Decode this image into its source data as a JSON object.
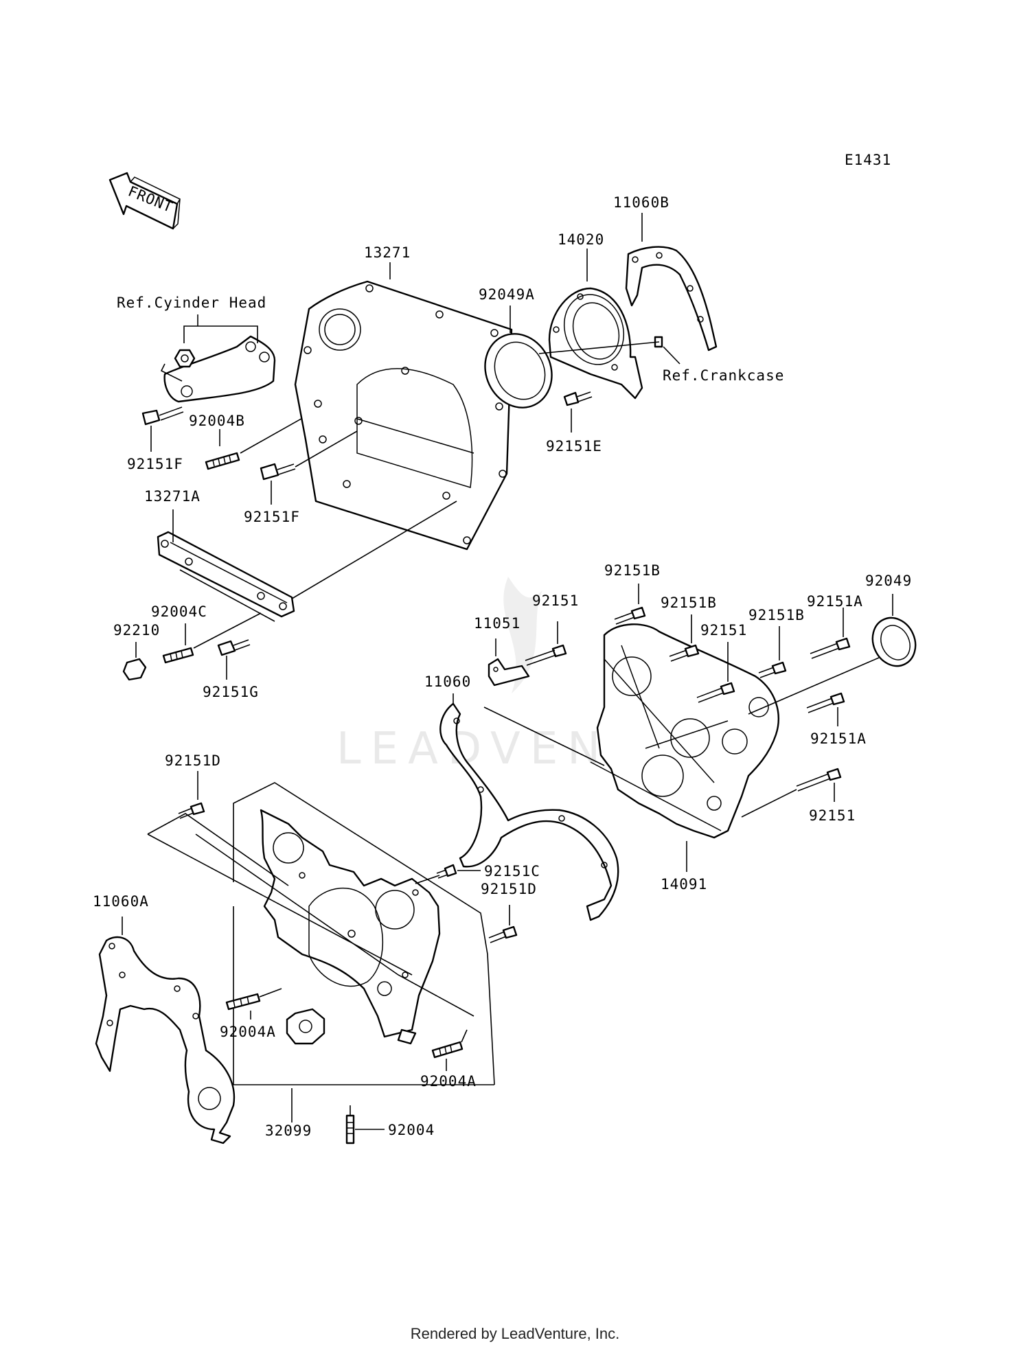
{
  "diagram_code": "E1431",
  "front_label": "FRONT",
  "watermark": "LEADVENTURE",
  "references": {
    "cylinder_head": "Ref.Cyinder Head",
    "crankcase": "Ref.Crankcase"
  },
  "part_labels": {
    "p11060B": "11060B",
    "p14020": "14020",
    "p13271": "13271",
    "p92049A": "92049A",
    "p92004B": "92004B",
    "p92151E": "92151E",
    "p92151F_a": "92151F",
    "p92151F_b": "92151F",
    "p13271A": "13271A",
    "p92151B_a": "92151B",
    "p92049": "92049",
    "p92151_a": "92151",
    "p92151B_b": "92151B",
    "p92151B_c": "92151B",
    "p92151A_a": "92151A",
    "p92004C": "92004C",
    "p11051": "11051",
    "p92151_b": "92151",
    "p92210": "92210",
    "p92151G": "92151G",
    "p11060": "11060",
    "p92151A_b": "92151A",
    "p92151D_a": "92151D",
    "p92151_c": "92151",
    "p92151C": "92151C",
    "p92151D_b": "92151D",
    "p14091": "14091",
    "p11060A": "11060A",
    "p92004A_a": "92004A",
    "p92004A_b": "92004A",
    "p32099": "32099",
    "p92004": "92004"
  },
  "footer_text": "Rendered by LeadVenture, Inc."
}
